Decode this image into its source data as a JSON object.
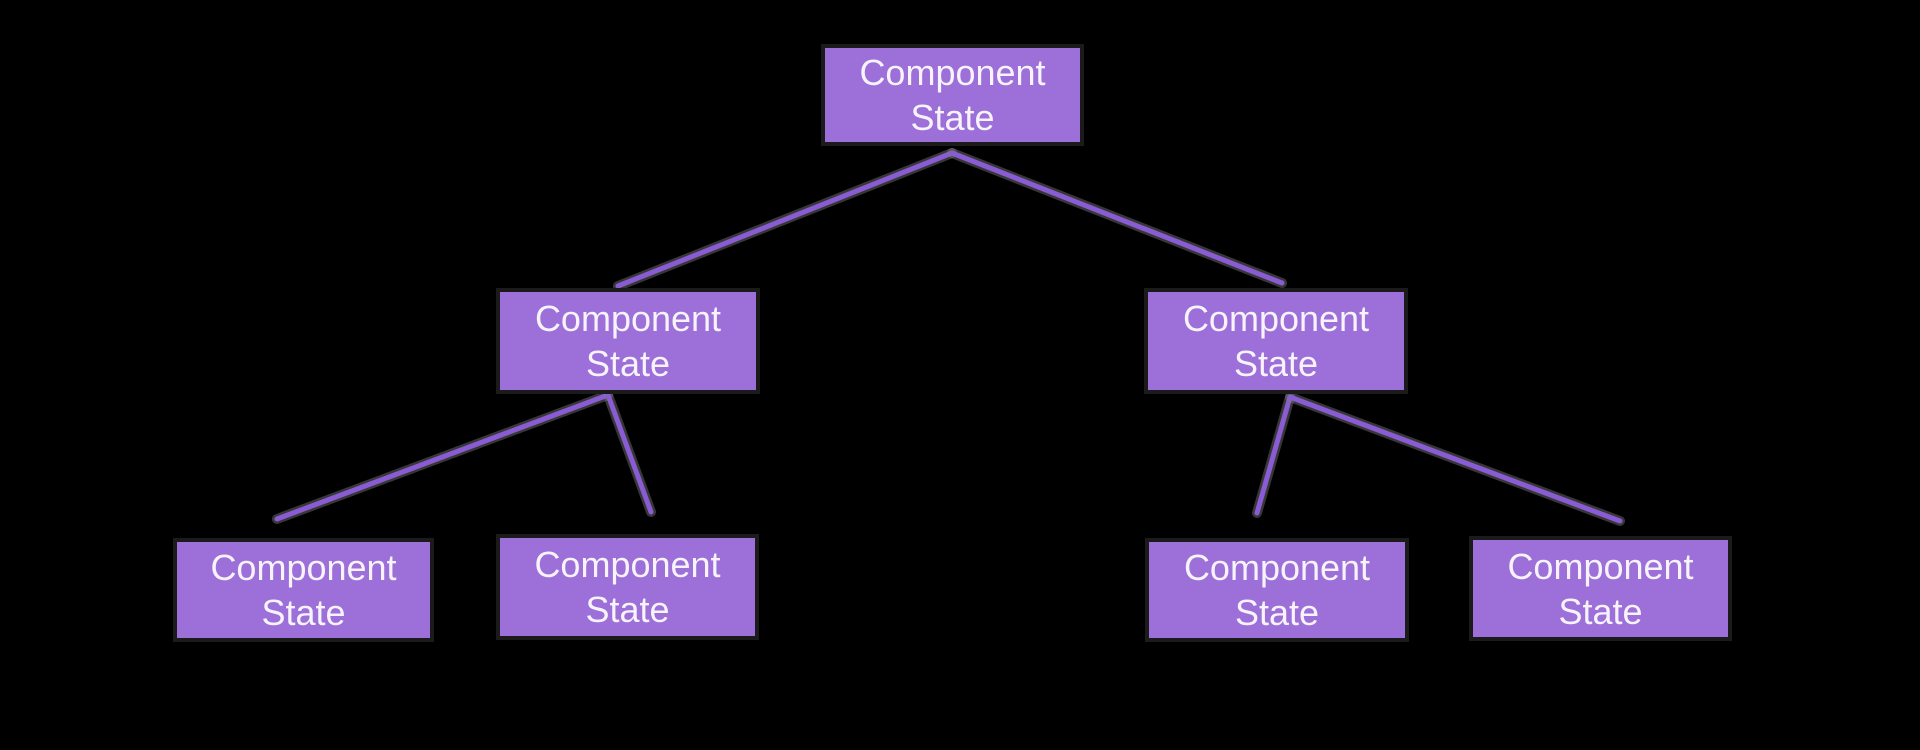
{
  "diagram": {
    "type": "tree",
    "nodes": [
      {
        "id": "root",
        "label": "Component State",
        "level": 0
      },
      {
        "id": "mid-l",
        "label": "Component State",
        "level": 1
      },
      {
        "id": "mid-r",
        "label": "Component State",
        "level": 1
      },
      {
        "id": "leaf-1",
        "label": "Component State",
        "level": 2
      },
      {
        "id": "leaf-2",
        "label": "Component State",
        "level": 2
      },
      {
        "id": "leaf-3",
        "label": "Component State",
        "level": 2
      },
      {
        "id": "leaf-4",
        "label": "Component State",
        "level": 2
      }
    ],
    "edges": [
      {
        "from": "root",
        "to": "mid-l"
      },
      {
        "from": "root",
        "to": "mid-r"
      },
      {
        "from": "mid-l",
        "to": "leaf-1"
      },
      {
        "from": "mid-l",
        "to": "leaf-2"
      },
      {
        "from": "mid-r",
        "to": "leaf-3"
      },
      {
        "from": "mid-r",
        "to": "leaf-4"
      }
    ]
  },
  "colors": {
    "background": "#000000",
    "node_fill": "#9c6fd9",
    "node_outline": "#1b1b1b",
    "node_text": "#f7f3fb",
    "edge": "#8a5cd4",
    "edge_halo": "#7b7b7b"
  }
}
